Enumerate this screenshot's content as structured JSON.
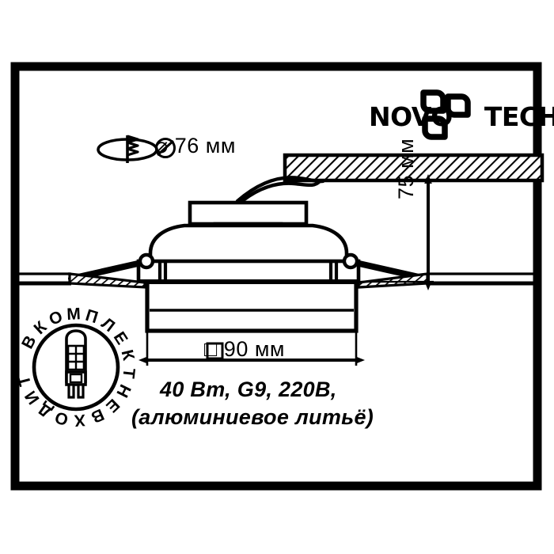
{
  "sheet": {
    "background_color": "#ffffff",
    "border_color": "#000000",
    "line_color": "#000000"
  },
  "brand": {
    "wordmark": "NOVO TECH",
    "wordmark_left": "NOVO",
    "wordmark_right": "TECH",
    "mark_name": "pinwheel-squares-logo"
  },
  "dimensions": {
    "hole": {
      "symbol": "⌀",
      "text": "⌀ 76 мм",
      "value": "76",
      "unit": "мм",
      "icon": "hole-saw-icon"
    },
    "width": {
      "symbol": "□",
      "text": "□ 90 мм",
      "value": "90",
      "unit": "мм"
    },
    "depth": {
      "text": "75 мм",
      "value": "75",
      "unit": "мм"
    }
  },
  "spec": {
    "line1": "40 Вт, G9, 220В,",
    "line2": "(алюминиевое литьё)",
    "power": "40 Вт",
    "socket": "G9",
    "voltage": "220В",
    "material": "алюминиевое литьё"
  },
  "badge": {
    "ring_text": "В КОМПЛЕКТ НЕ ВХОДИТ",
    "ring_chars": [
      "В",
      "К",
      "О",
      "М",
      "П",
      "Л",
      "Е",
      "К",
      "Т",
      "Н",
      "Е",
      "В",
      "Х",
      "О",
      "Д",
      "И",
      "Т"
    ],
    "center_icon": "g9-bulb-icon"
  }
}
